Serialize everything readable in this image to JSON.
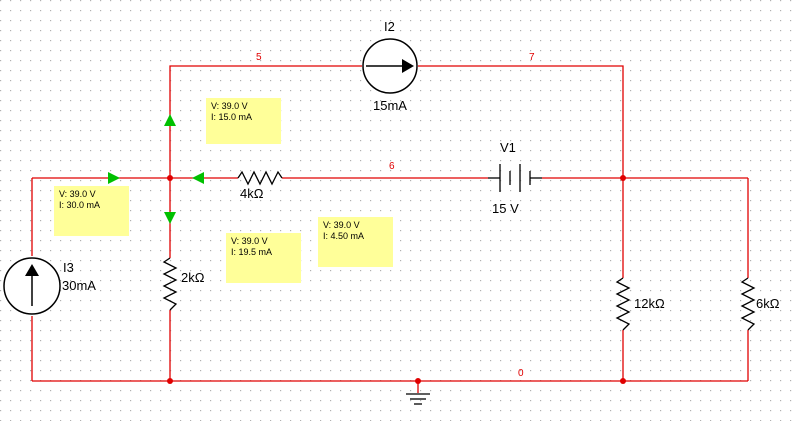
{
  "colors": {
    "wire": "#e00000",
    "component": "#000000",
    "probe_bg": "#ffff99",
    "probe_arrow": "#00c000",
    "grid_dot": "#b0b0b0",
    "node_dot": "#e00000"
  },
  "components": {
    "i2": {
      "name": "I2",
      "value": "15mA"
    },
    "v1": {
      "name": "V1",
      "value": "15 V"
    },
    "i3": {
      "name": "I3",
      "value": "30mA"
    },
    "r_4k": {
      "value": "4kΩ"
    },
    "r_2k": {
      "value": "2kΩ"
    },
    "r_12k": {
      "value": "12kΩ"
    },
    "r_6k": {
      "value": "6kΩ"
    }
  },
  "nodes": {
    "n5": "5",
    "n7": "7",
    "n6": "6",
    "n0": "0"
  },
  "probes": {
    "p1": {
      "voltage": "V: 39.0 V",
      "current": "I: 15.0 mA"
    },
    "p2": {
      "voltage": "V: 39.0 V",
      "current": "I: 30.0 mA"
    },
    "p3": {
      "voltage": "V: 39.0 V",
      "current": "I: 19.5 mA"
    },
    "p4": {
      "voltage": "V: 39.0 V",
      "current": "I: 4.50 mA"
    }
  }
}
